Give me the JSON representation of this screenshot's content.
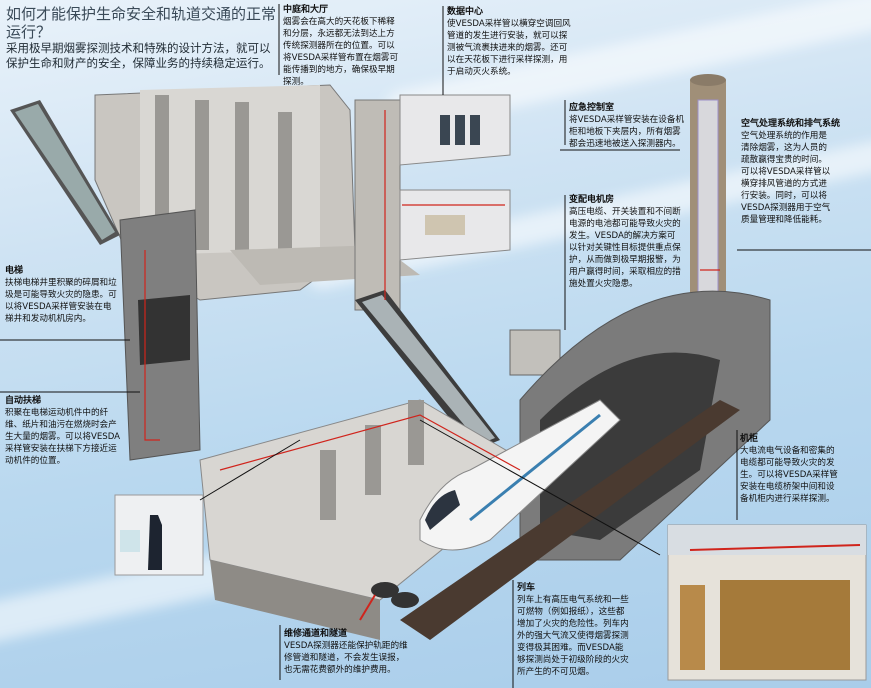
{
  "header": {
    "title": "如何才能保护生命安全和轨道交通的正常运行？",
    "subtitle": "采用极早期烟雾探测技术和特殊的设计方法，就可以保护生命和财产的安全，保障业务的持续稳定运行。"
  },
  "sections": {
    "hall": {
      "heading": "中庭和大厅",
      "body": "烟雾会在高大的天花板下稀释和分层，永远都无法到达上方传统探测器所在的位置。可以将VESDA采样管布置在烟雾可能传播到的地方，确保极早期探测。"
    },
    "datacenter": {
      "heading": "数据中心",
      "body": "使VESDA采样管以横穿空调回风管道的发生进行安装，就可以探测被气流裹挟进来的烟雾。还可以在天花板下进行采样探测，用于启动灭火系统。"
    },
    "control_room": {
      "heading": "应急控制室",
      "body": "将VESDA采样管安装在设备机柜和地板下夹层内，所有烟雾都会迅速地被送入探测器内。"
    },
    "air_handling": {
      "heading": "空气处理系统和排气系统",
      "body": "空气处理系统的作用是清除烟雾，这为人员的疏散赢得宝贵的时间。可以将VESDA采样管以横穿排风管道的方式进行安装。同时，可以将VESDA探测器用于空气质量管理和降低能耗。"
    },
    "substation": {
      "heading": "变配电机房",
      "body": "高压电缆、开关装置和不间断电源的电池都可能导致火灾的发生。VESDA的解决方案可以针对关键性目标提供重点保护，从而做到极早期报警，为用户赢得时间，采取相应的措施处置火灾隐患。"
    },
    "elevator": {
      "heading": "电梯",
      "body": "扶梯电梯井里积聚的碎屑和垃圾是可能导致火灾的隐患。可以将VESDA采样管安装在电梯井和发动机机房内。"
    },
    "escalator": {
      "heading": "自动扶梯",
      "body": "积聚在电梯运动机件中的纤维、纸片和油污在燃烧时会产生大量的烟雾。可以将VESDA采样管安装在扶梯下方接近运动机件的位置。"
    },
    "racks": {
      "heading": "机柜",
      "body": "大电流电气设备和密集的电缆都可能导致火灾的发生。可以将VESDA采样管安装在电缆桥架中间和设备机柜内进行采样探测。"
    },
    "train": {
      "heading": "列车",
      "body": "列车上有高压电气系统和一些可燃物（例如报纸），这些都增加了火灾的危险性。列车内外的强大气流又使得烟雾探测变得极其困难。而VESDA能够探测尚处于初级阶段的火灾所产生的不可见烟。"
    },
    "maintenance": {
      "heading": "维修通道和隧道",
      "body": "VESDA探测器还能保护轨距的维修管道和隧道，不会发生误报，也无需花费额外的维护费用。"
    }
  },
  "colors": {
    "pipe": "#d0241c",
    "concrete": "#8c8c8c",
    "sky": "#b9d8ef"
  }
}
